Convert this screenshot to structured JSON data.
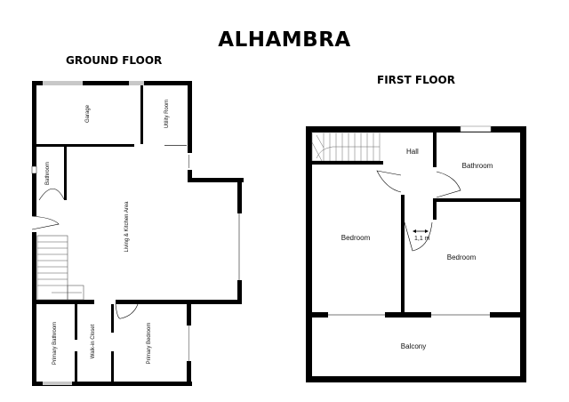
{
  "title": "ALHAMBRA",
  "ground_floor": {
    "title": "GROUND FLOOR",
    "rooms": [
      {
        "name": "Garage"
      },
      {
        "name": "Utility Room"
      },
      {
        "name": "Bathroom"
      },
      {
        "name": "Living & Kitchen Area"
      },
      {
        "name": "Primary Bathroom"
      },
      {
        "name": "Walk-in Closet"
      },
      {
        "name": "Primary Bedroom"
      }
    ]
  },
  "first_floor": {
    "title": "FIRST FLOOR",
    "rooms": [
      {
        "name": "Hall"
      },
      {
        "name": "Bathroom"
      },
      {
        "name": "Bedroom"
      },
      {
        "name": "Bedroom"
      },
      {
        "name": "Balcony"
      }
    ],
    "dimension_label": "1,1 m"
  },
  "colors": {
    "wall": "#000000",
    "window": "#c8c8c8",
    "background": "#ffffff"
  }
}
